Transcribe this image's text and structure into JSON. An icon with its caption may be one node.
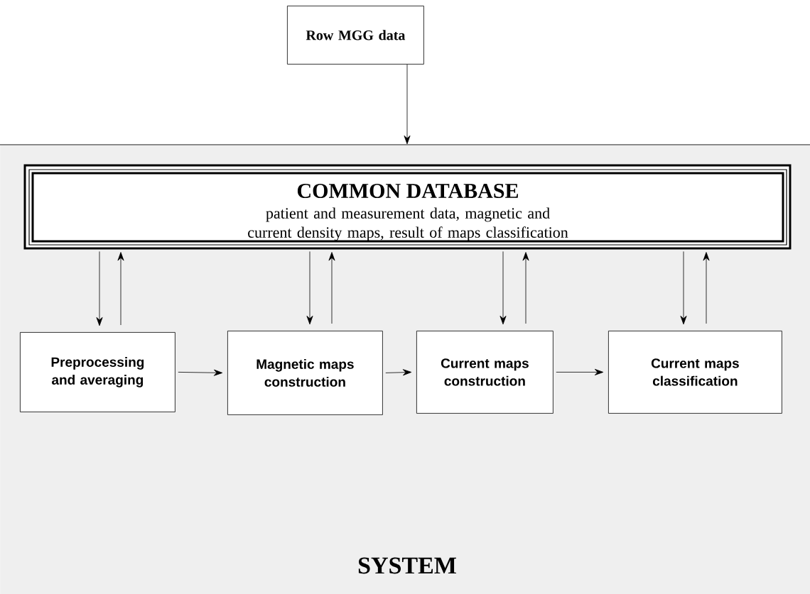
{
  "diagram": {
    "nodes": [
      {
        "text": [
          "Row MGG data"
        ]
      },
      {
        "text": [
          "SYSTEM"
        ]
      },
      {
        "text": [
          "COMMON DATABASE",
          "patient and measurement data, magnetic and current density maps, result of maps classification"
        ],
        "in": 1
      },
      {
        "text": [
          "Preprocessing and averaging"
        ],
        "in": 1
      },
      {
        "text": [
          "Magnetic maps construction"
        ],
        "in": 1
      },
      {
        "text": [
          "Current maps construction"
        ],
        "in": 1
      },
      {
        "text": [
          "Current maps classification"
        ],
        "in": 1
      }
    ],
    "edges": [
      {
        "from": 0,
        "to": 1,
        "arrow": "to"
      },
      {
        "from": 2,
        "to": 3,
        "arrow": "to"
      },
      {
        "from": 3,
        "to": 2,
        "arrow": "to"
      },
      {
        "from": 2,
        "to": 4,
        "arrow": "to"
      },
      {
        "from": 4,
        "to": 2,
        "arrow": "to"
      },
      {
        "from": 2,
        "to": 5,
        "arrow": "to"
      },
      {
        "from": 5,
        "to": 2,
        "arrow": "to"
      },
      {
        "from": 2,
        "to": 6,
        "arrow": "to"
      },
      {
        "from": 6,
        "to": 2,
        "arrow": "to"
      },
      {
        "from": 3,
        "to": 4,
        "arrow": "to"
      },
      {
        "from": 4,
        "to": 5,
        "arrow": "to"
      },
      {
        "from": 5,
        "to": 6,
        "arrow": "to"
      }
    ]
  }
}
